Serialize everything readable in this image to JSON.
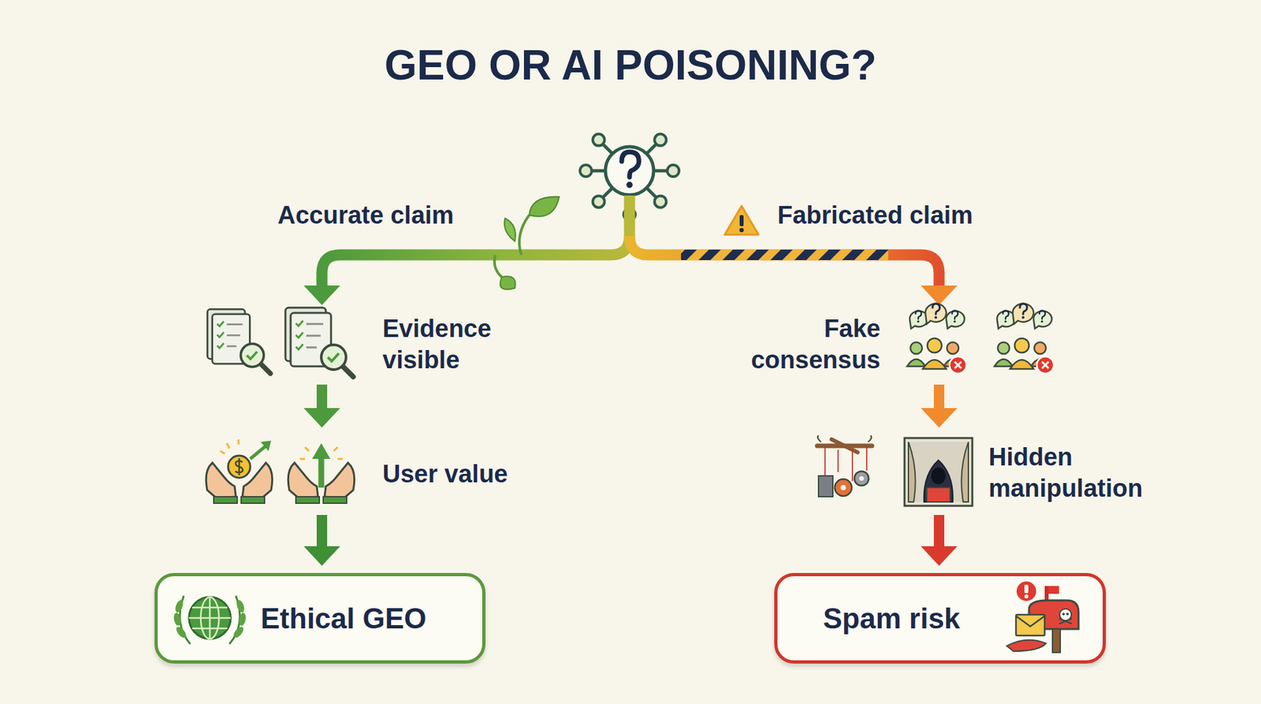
{
  "diagram": {
    "title": "GEO OR AI POISONING?",
    "nodes": [
      {
        "text": [
          "Ethical GEO"
        ]
      },
      {
        "text": [
          "Spam risk"
        ]
      }
    ],
    "labels": [
      "Accurate claim",
      "Fabricated claim",
      "Evidence visible",
      "User value",
      "Fake consensus",
      "Hidden manipulation"
    ]
  }
}
